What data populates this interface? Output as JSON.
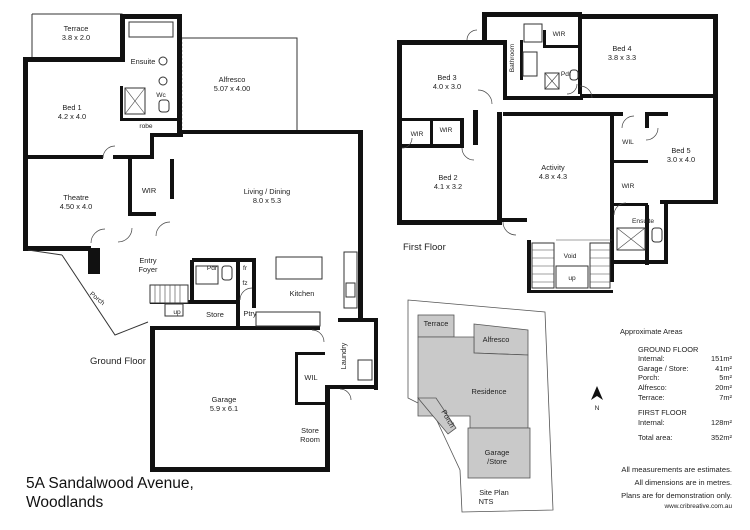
{
  "ground_floor": {
    "title": "Ground Floor",
    "rooms": {
      "terrace": {
        "name": "Terrace",
        "size": "3.8 x 2.0"
      },
      "ensuite": {
        "name": "Ensuite"
      },
      "wc": {
        "name": "Wc"
      },
      "robe": {
        "name": "robe"
      },
      "bed1": {
        "name": "Bed 1",
        "size": "4.2 x 4.0"
      },
      "alfresco": {
        "name": "Alfresco",
        "size": "5.07 x 4.00"
      },
      "theatre": {
        "name": "Theatre",
        "size": "4.50 x 4.0"
      },
      "wir": {
        "name": "WIR"
      },
      "living": {
        "name": "Living / Dining",
        "size": "8.0 x 5.3"
      },
      "entry": {
        "name": "Entry",
        "name2": "Foyer"
      },
      "pdr": {
        "name": "Pdr"
      },
      "fr": {
        "name": "fr"
      },
      "fz": {
        "name": "fz"
      },
      "kitchen": {
        "name": "Kitchen"
      },
      "porch": {
        "name": "Porch"
      },
      "up": {
        "name": "up"
      },
      "store": {
        "name": "Store"
      },
      "ptry": {
        "name": "Ptry"
      },
      "wil": {
        "name": "WIL"
      },
      "laundry": {
        "name": "Laundry"
      },
      "garage": {
        "name": "Garage",
        "size": "5.9 x 6.1"
      },
      "store_room": {
        "name": "Store",
        "name2": "Room"
      }
    }
  },
  "first_floor": {
    "title": "First Floor",
    "rooms": {
      "wir_top": {
        "name": "WIR"
      },
      "bathroom": {
        "name": "Bathroom"
      },
      "bed4": {
        "name": "Bed 4",
        "size": "3.8 x 3.3"
      },
      "pdr": {
        "name": "Pdr"
      },
      "bed3": {
        "name": "Bed 3",
        "size": "4.0 x 3.0"
      },
      "wir_a": {
        "name": "WIR"
      },
      "wir_b": {
        "name": "WIR"
      },
      "bed2": {
        "name": "Bed 2",
        "size": "4.1 x 3.2"
      },
      "activity": {
        "name": "Activity",
        "size": "4.8 x 4.3"
      },
      "wil": {
        "name": "WIL"
      },
      "bed5": {
        "name": "Bed 5",
        "size": "3.0 x 4.0"
      },
      "wir_c": {
        "name": "WIR"
      },
      "ensuite": {
        "name": "Ensuite"
      },
      "void": {
        "name": "Void"
      },
      "up": {
        "name": "up"
      }
    }
  },
  "site_plan": {
    "title": "Site Plan",
    "subtitle": "NTS",
    "labels": {
      "terrace": "Terrace",
      "alfresco": "Alfresco",
      "residence": "Residence",
      "porch": "Porch",
      "garage": "Garage",
      "garage2": "/Store"
    },
    "north": "N"
  },
  "address": {
    "line1": "5A Sandalwood Avenue,",
    "line2": "Woodlands"
  },
  "areas": {
    "heading": "Approximate Areas",
    "ground_heading": "GROUND FLOOR",
    "ground": [
      {
        "label": "Internal:",
        "value": "151m²"
      },
      {
        "label": "Garage / Store:",
        "value": "41m²"
      },
      {
        "label": "Porch:",
        "value": "5m²"
      },
      {
        "label": "Alfresco:",
        "value": "20m²"
      },
      {
        "label": "Terrace:",
        "value": "7m²"
      }
    ],
    "first_heading": "FIRST FLOOR",
    "first": [
      {
        "label": "Internal:",
        "value": "128m²"
      }
    ],
    "total": {
      "label": "Total area:",
      "value": "352m²"
    }
  },
  "notes": {
    "line1": "All measurements are estimates.",
    "line2": "All dimensions are in metres.",
    "line3": "Plans are for demonstration only.",
    "url": "www.cribreative.com.au"
  }
}
